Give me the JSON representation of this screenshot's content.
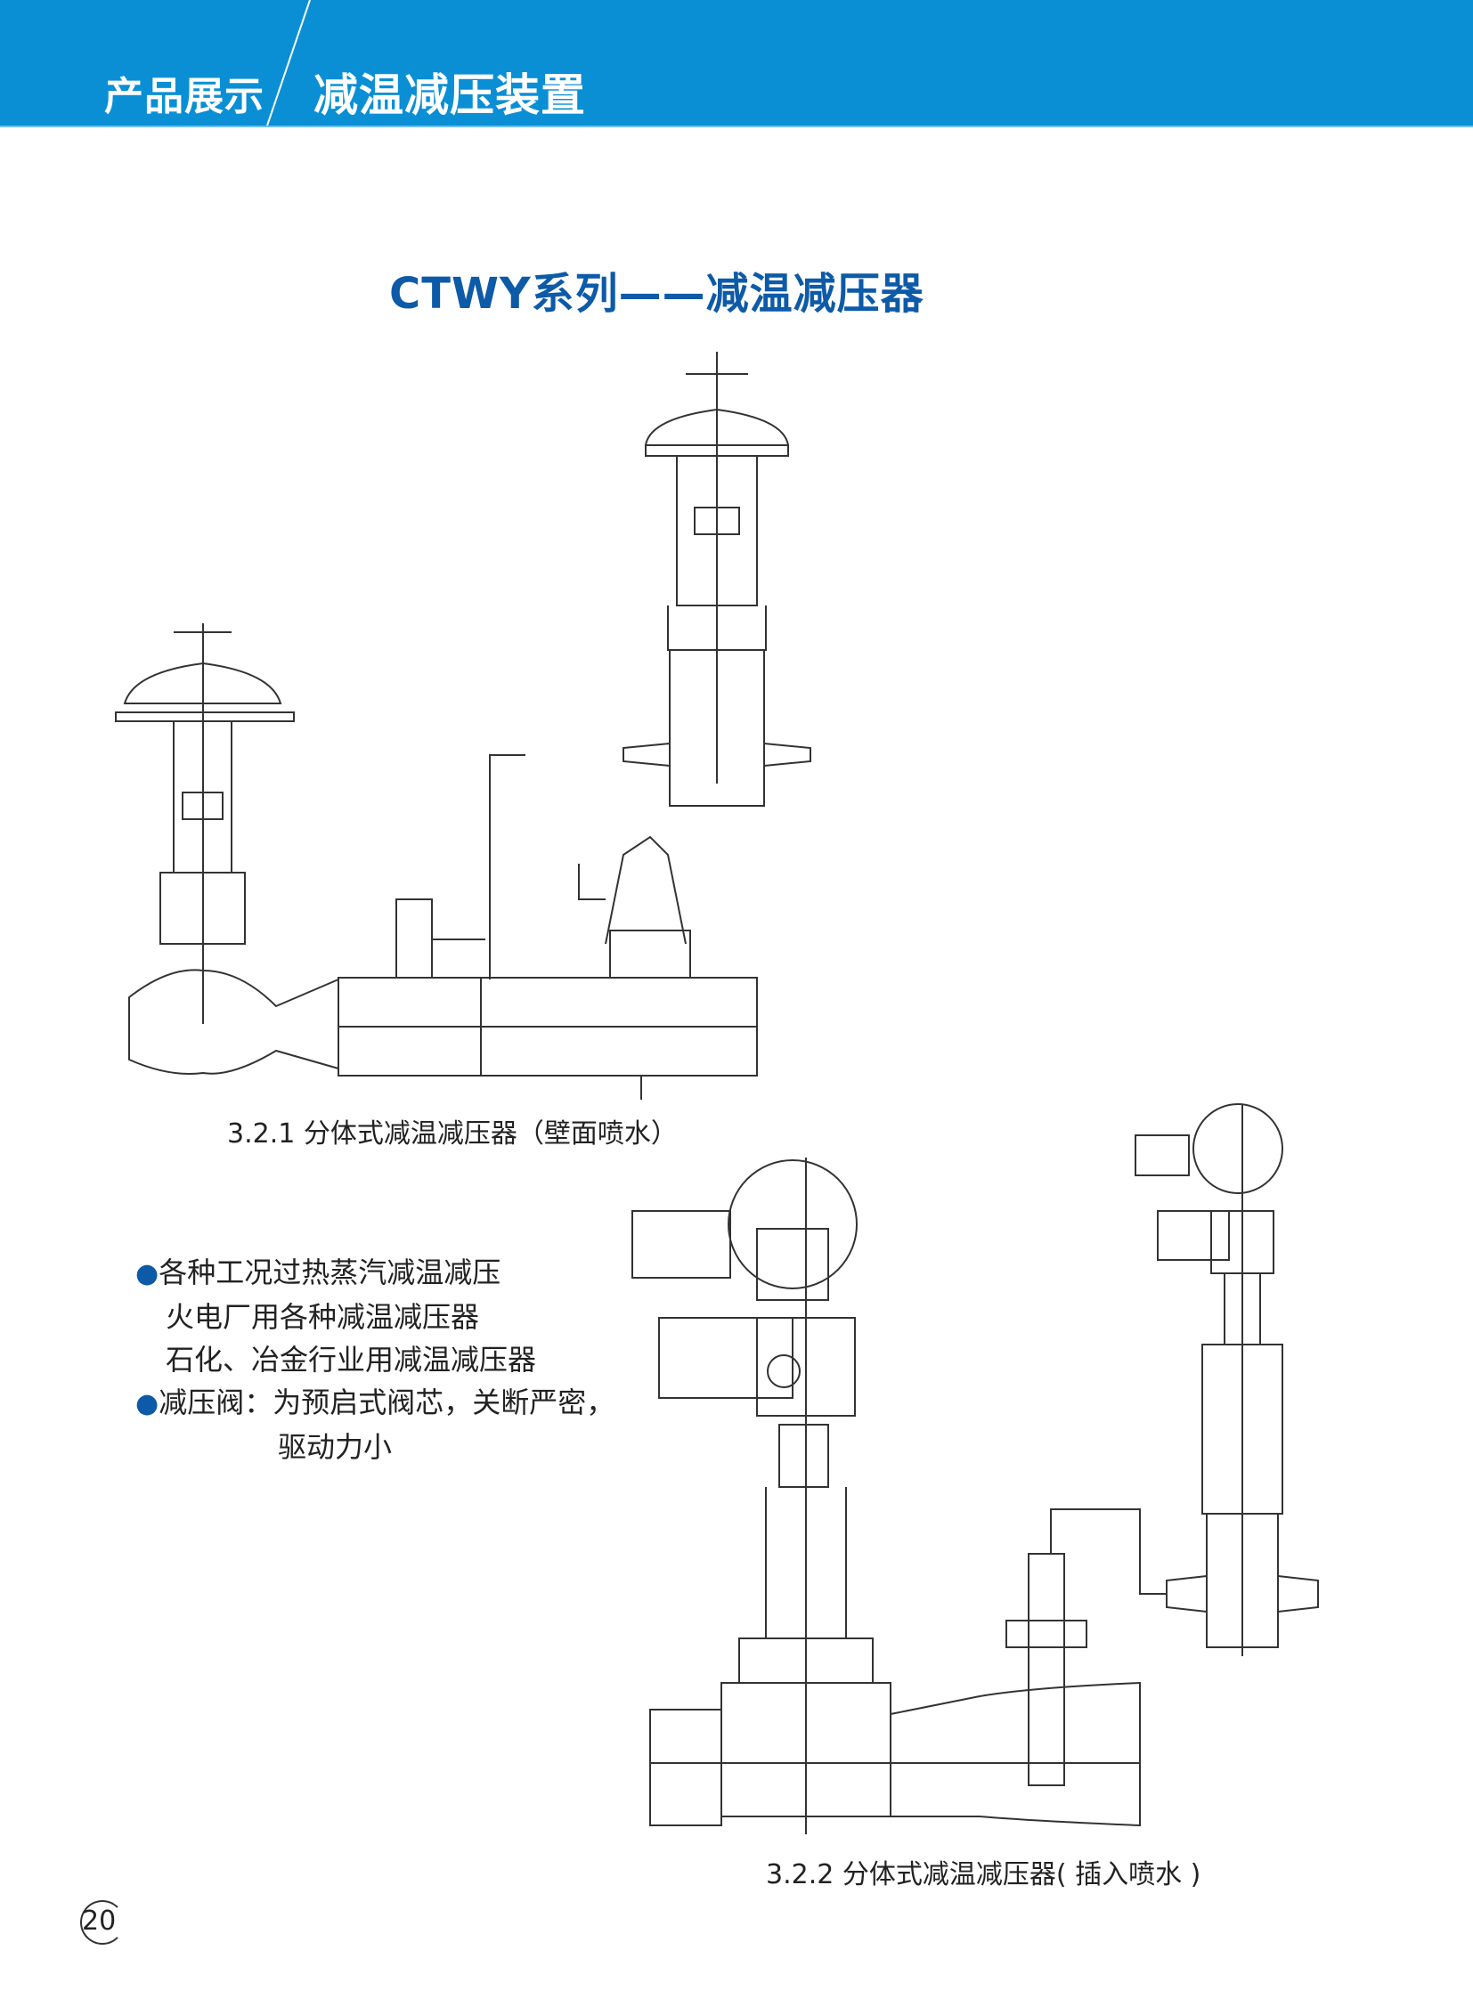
{
  "header": {
    "section": "产品展示",
    "subsection": "减温减压装置",
    "color": "#0a8fd5"
  },
  "title": "CTWY系列——减温减压器",
  "figures": [
    {
      "caption": "3.2.1 分体式减温减压器（壁面喷水）"
    },
    {
      "caption": "3.2.2 分体式减温减压器( 插入喷水 )"
    }
  ],
  "features": {
    "bullet_1": [
      "各种工况过热蒸汽减温减压",
      "火电厂用各种减温减压器",
      "石化、冶金行业用减温减压器"
    ],
    "bullet_2": [
      "减压阀：为预启式阀芯，关断严密，",
      "驱动力小"
    ]
  },
  "page_number": "20"
}
